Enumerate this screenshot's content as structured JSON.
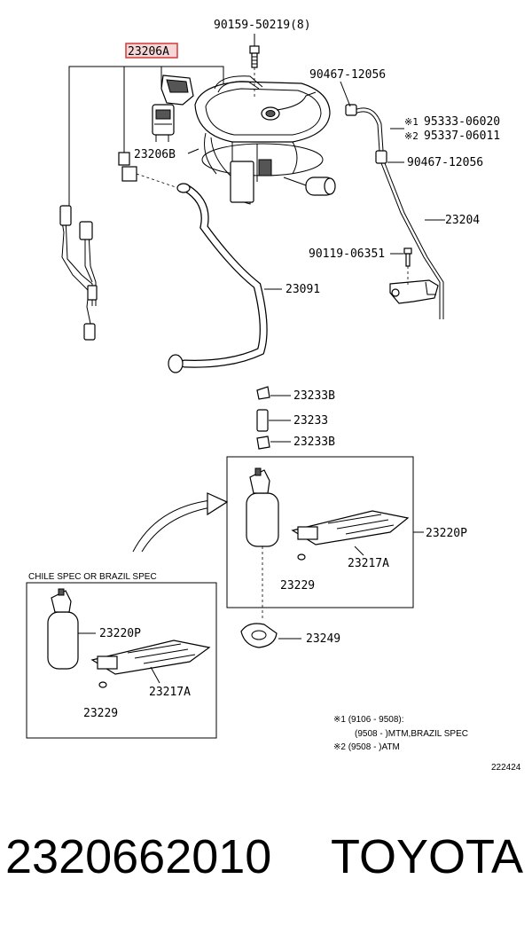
{
  "labels": {
    "bolt_top": "90159-50219(8)",
    "hl_23206a": "23206A",
    "clamp_upper": "90467-12056",
    "note1_part": "95333-06020",
    "note2_part": "95337-06011",
    "clamp_lower": "90467-12056",
    "l_23206b": "23206B",
    "l_23204": "23204",
    "bolt_mid": "90119-06351",
    "l_23091": "23091",
    "l_23233b_top": "23233B",
    "l_23233": "23233",
    "l_23233b_bot": "23233B",
    "l_23220p": "23220P",
    "l_23217a": "23217A",
    "l_23229": "23229",
    "l_23249": "23249",
    "inset_title": "CHILE SPEC OR BRAZIL SPEC",
    "inset_23220p": "23220P",
    "inset_23217a": "23217A",
    "inset_23229": "23229",
    "mark1": "※1",
    "mark2": "※2",
    "note_line1": "※1 (9106 - 9508):",
    "note_line2": "(9508 -        )MTM,BRAZIL SPEC",
    "note_line3": "※2 (9508 -        )ATM",
    "fig_no": "222424"
  },
  "footer": {
    "part_number": "2320662010",
    "brand": "TOYOTA"
  },
  "colors": {
    "highlight_fill": "#f6d6d6",
    "highlight_border": "#d23a3a"
  }
}
